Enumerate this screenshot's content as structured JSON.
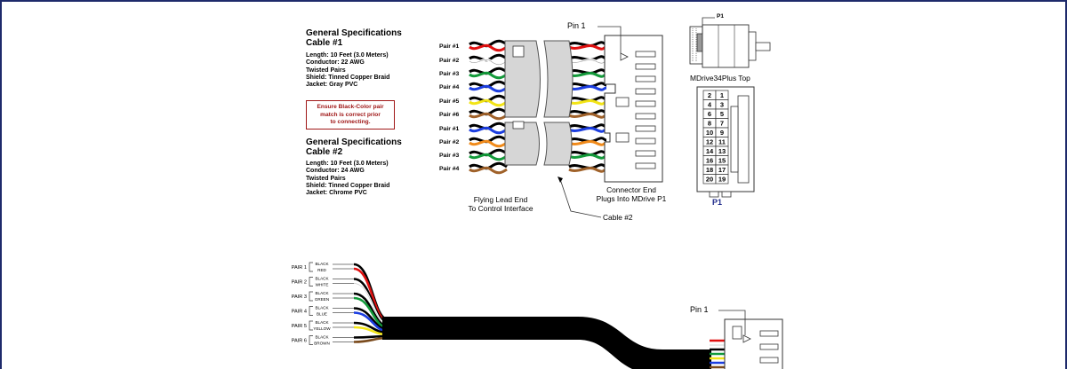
{
  "spec1": {
    "title1": "General Specifications",
    "title2": "Cable #1",
    "lines": [
      "Length: 10 Feet (3.0 Meters)",
      "Conductor: 22 AWG",
      "Twisted Pairs",
      "Shield: Tinned Copper Braid",
      "Jacket: Gray PVC"
    ]
  },
  "warning": {
    "lines": [
      "Ensure Black-Color pair",
      "match is correct prior",
      "to connecting."
    ],
    "color": "#a01818"
  },
  "spec2": {
    "title1": "General Specifications",
    "title2": "Cable #2",
    "lines": [
      "Length: 10 Feet (3.0 Meters)",
      "Conductor: 24 AWG",
      "Twisted Pairs",
      "Shield: Tinned Copper Braid",
      "Jacket: Chrome PVC"
    ]
  },
  "top_pairs": [
    "Pair #1",
    "Pair #2",
    "Pair #3",
    "Pair #4",
    "Pair #5",
    "Pair #6",
    "Pair #1",
    "Pair #2",
    "Pair #3",
    "Pair #4"
  ],
  "captions": {
    "pin1_top": "Pin 1",
    "flying_lead": [
      "Flying Lead End",
      "To Control Interface"
    ],
    "connector_end": [
      "Connector End",
      "Plugs Into MDrive P1"
    ],
    "cable2": "Cable #2",
    "motor_p1": "P1",
    "motor_title": "MDrive34Plus Top",
    "p1_label": "P1",
    "pin1_bottom": "Pin 1"
  },
  "pin_grid": [
    [
      "2",
      "1"
    ],
    [
      "4",
      "3"
    ],
    [
      "6",
      "5"
    ],
    [
      "8",
      "7"
    ],
    [
      "10",
      "9"
    ],
    [
      "12",
      "11"
    ],
    [
      "14",
      "13"
    ],
    [
      "16",
      "15"
    ],
    [
      "18",
      "17"
    ],
    [
      "20",
      "19"
    ]
  ],
  "bottom_pairs": [
    {
      "pair": "PAIR 1",
      "a": "BLACK",
      "b": "RED",
      "color": "#e01010"
    },
    {
      "pair": "PAIR 2",
      "a": "BLACK",
      "b": "WHITE",
      "color": "#ffffff"
    },
    {
      "pair": "PAIR 3",
      "a": "BLACK",
      "b": "GREEN",
      "color": "#139a3a"
    },
    {
      "pair": "PAIR 4",
      "a": "BLACK",
      "b": "BLUE",
      "color": "#1c3ee0"
    },
    {
      "pair": "PAIR 5",
      "a": "BLACK",
      "b": "YELLOW",
      "color": "#f2e416"
    },
    {
      "pair": "PAIR 6",
      "a": "BLACK",
      "b": "BROWN",
      "color": "#7a4a1c"
    }
  ],
  "top_wire_colors": [
    "#e01010",
    "#ffffff",
    "#139a3a",
    "#1c3ee0",
    "#f2e416",
    "#a0622a",
    "#1c3ee0",
    "#f08a1a",
    "#139a3a",
    "#a0622a"
  ],
  "colors": {
    "frame": "#1e2a6b",
    "connector_fill": "#d6d6d6",
    "jacket": "#000000"
  }
}
